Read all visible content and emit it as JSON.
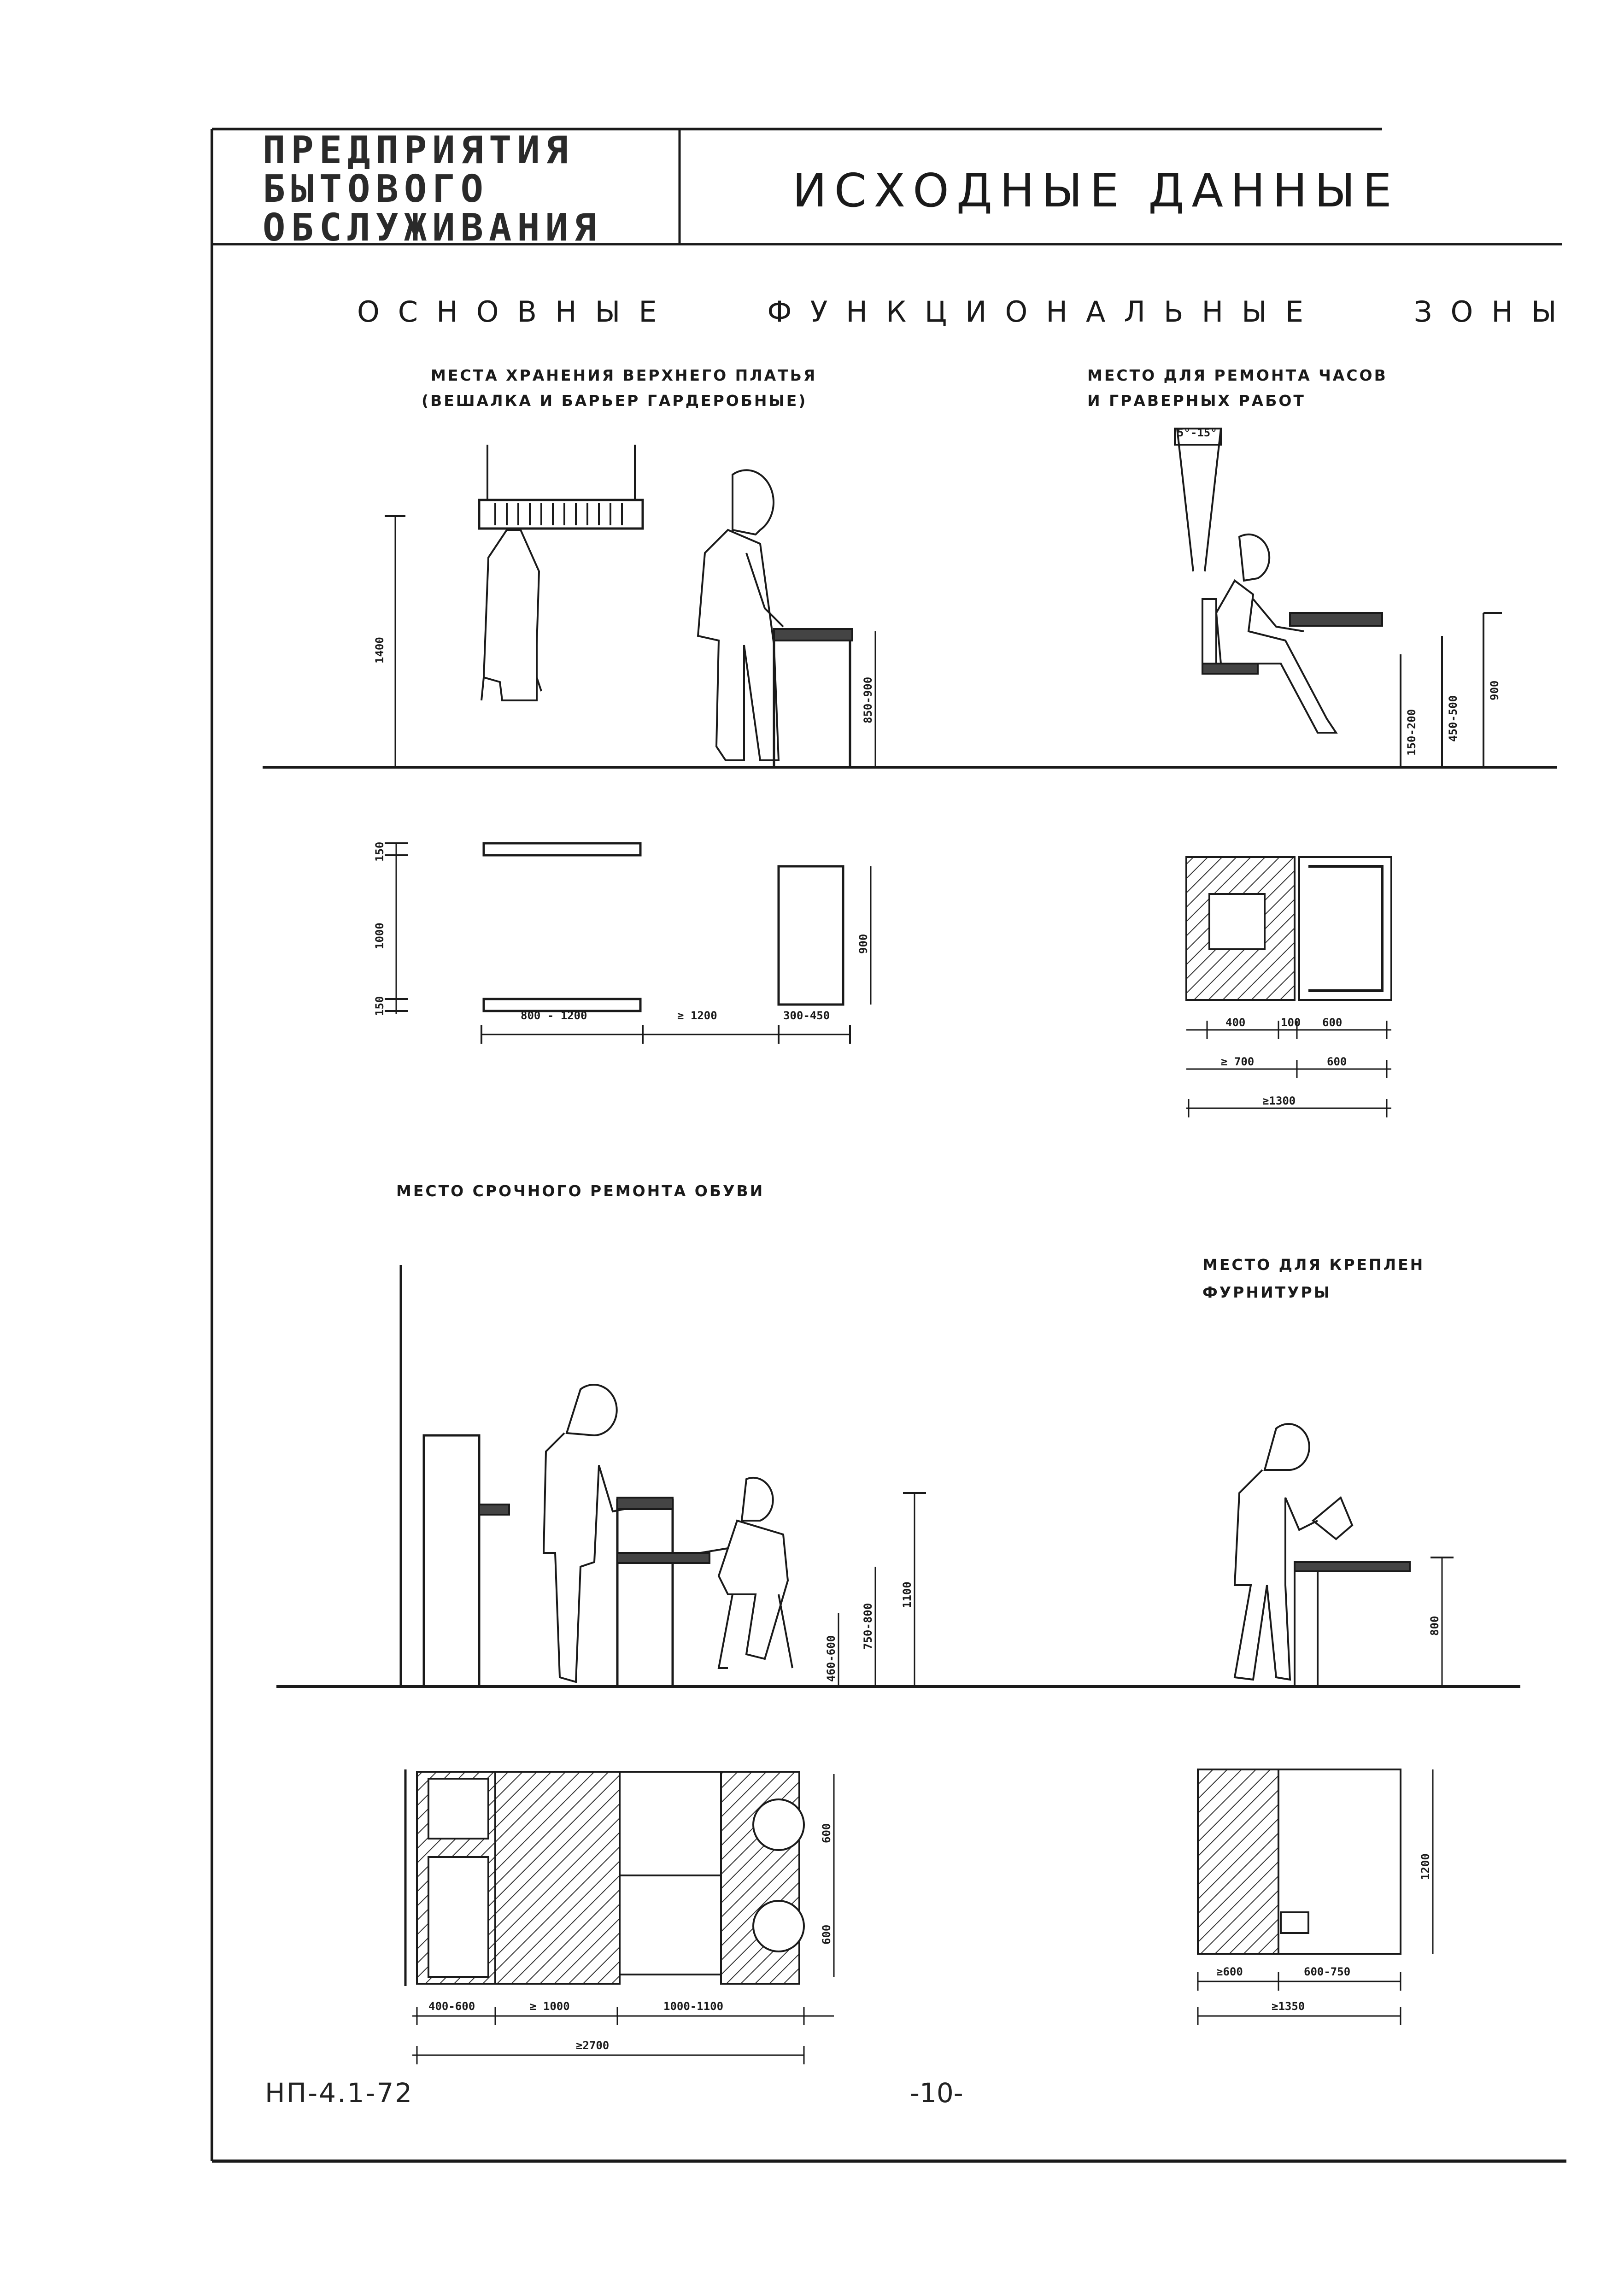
{
  "header": {
    "brand_lines": [
      "ПРЕДПРИЯТИЯ",
      "БЫТОВОГО",
      "ОБСЛУЖИВАНИЯ"
    ],
    "page_title": "ИСХОДНЫЕ ДАННЫЕ"
  },
  "section_title": "ОСНОВНЫЕ ФУНКЦИОНАЛЬНЫЕ ЗОНЫ",
  "zones": {
    "cloakroom": {
      "label_line1": "МЕСТА ХРАНЕНИЯ ВЕРХНЕГО ПЛАТЬЯ",
      "label_line2": "(ВЕШАЛКА И БАРЬЕР ГАРДЕРОБНЫЕ)",
      "elevation_dims": {
        "hanger_height": "1400",
        "counter_height": "850-900"
      },
      "plan_dims": {
        "bar_width": "150",
        "depth": "1000",
        "bar_width_2": "150",
        "hanger_length": "800 - 1200",
        "aisle": "≥ 1200",
        "counter_depth": "300-450",
        "counter_length": "900"
      }
    },
    "watch_repair": {
      "label_line1": "МЕСТО ДЛЯ РЕМОНТА ЧАСОВ",
      "label_line2": "И ГРАВЕРНЫХ РАБОТ",
      "elevation_dims": {
        "angle": "5°-15°",
        "footrest": "150-200",
        "seat": "450-500",
        "table": "900"
      },
      "plan_dims": {
        "d1": "400",
        "d2": "100",
        "d3": "600",
        "d4": "≥ 700",
        "d5": "600",
        "total": "≥1300"
      }
    },
    "shoe_repair": {
      "label": "МЕСТО СРОЧНОГО РЕМОНТА ОБУВИ",
      "elevation_dims": {
        "seat": "460-600",
        "workbench": "750-800",
        "counter": "1100"
      },
      "plan_dims": {
        "w1": "400-600",
        "w2": "≥ 1000",
        "w3": "1000-1100",
        "total": "≥2700",
        "h1": "600",
        "h2": "600"
      }
    },
    "fittings": {
      "label_line1": "МЕСТО ДЛЯ КРЕПЛЕН",
      "label_line2": "ФУРНИТУРЫ",
      "elevation_dims": {
        "table": "800"
      },
      "plan_dims": {
        "w1": "≥600",
        "w2": "600-750",
        "total": "≥1350",
        "depth": "1200"
      }
    }
  },
  "footer": {
    "doc_code": "НП-4.1-72",
    "page_number": "-10-"
  }
}
